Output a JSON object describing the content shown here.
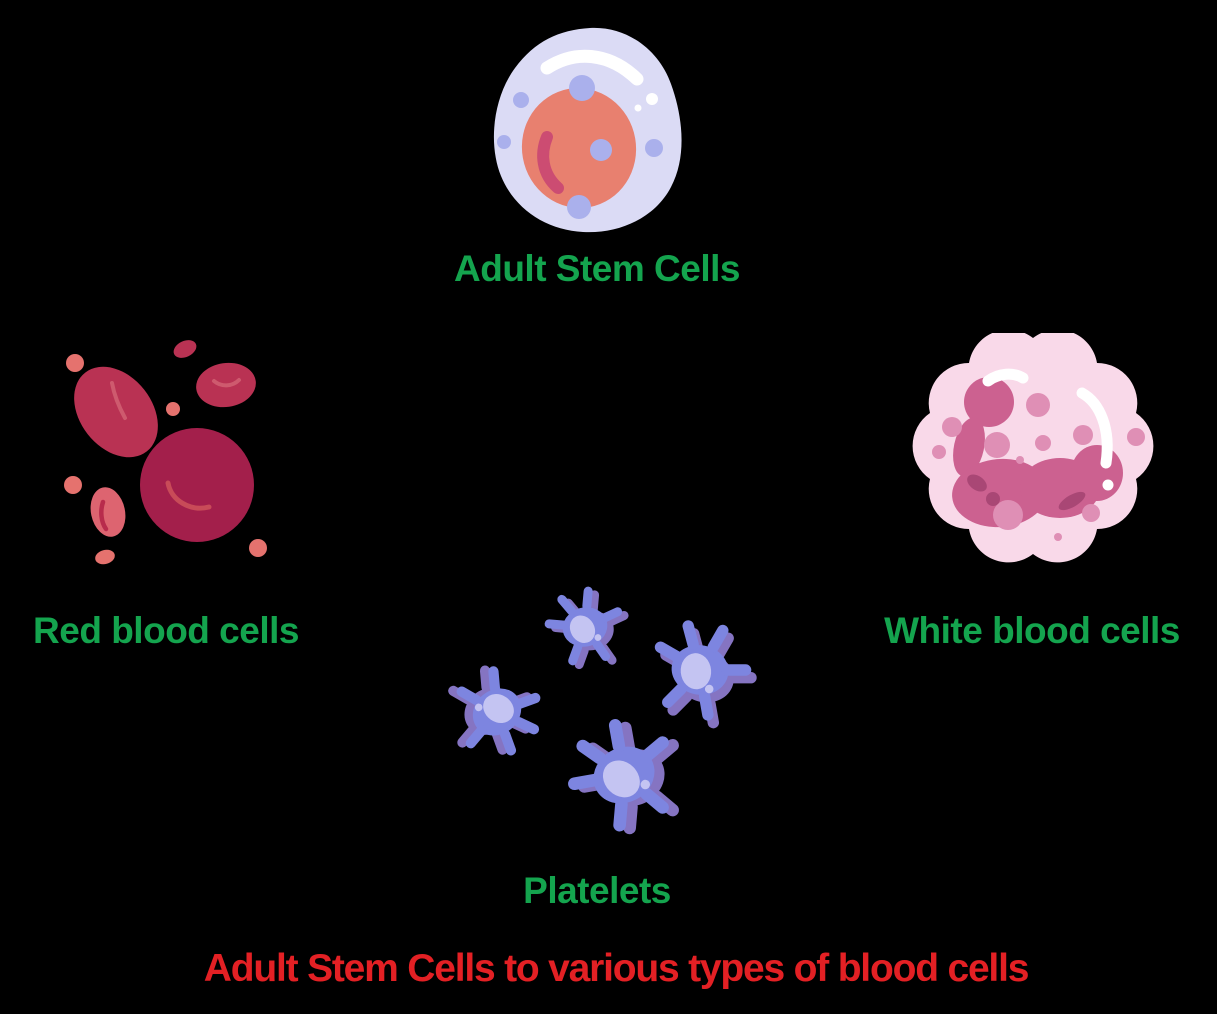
{
  "diagram": {
    "title_label": "Adult Stem Cells",
    "red_label": "Red blood cells",
    "white_label": "White blood cells",
    "platelets_label": "Platelets",
    "caption": "Adult Stem Cells to various types of blood cells"
  },
  "illustrations": {
    "stem_cell": "adult-stem-cell-illustration",
    "red_blood_cells": "red-blood-cells-illustration",
    "white_blood_cell": "white-blood-cell-illustration",
    "platelets": "platelets-illustration"
  },
  "colors": {
    "background": "#000000",
    "label_green": "#14A44E",
    "caption_red": "#E32024",
    "white": "#FFFFFF",
    "stem_membrane": "#DBDBF5",
    "stem_nucleus": "#E8806F",
    "stem_crescent": "#CC4C72",
    "stem_dot": "#AAB0EC",
    "rbc_main": "#B93253",
    "rbc_dark": "#A31F4B",
    "rbc_light": "#DD6470",
    "rbc_dot": "#E5726E",
    "rbc_highlight": "#CE5A6E",
    "rbc_dark_highlight": "#C84B58",
    "rbc_crescent": "#B82B4C",
    "wbc_body": "#F9D9E9",
    "wbc_nucleus": "#CC6190",
    "wbc_spot": "#DF8FB5",
    "wbc_spot_dark": "#A94775",
    "plt_body": "#7D85E0",
    "plt_shadow": "#8574C2",
    "plt_inner": "#C4C4F2"
  }
}
